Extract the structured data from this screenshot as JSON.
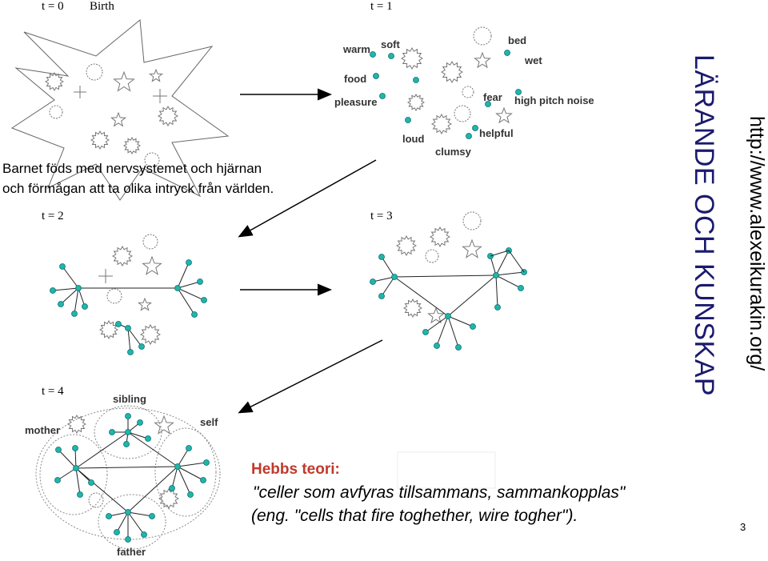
{
  "timesteps": {
    "t0": "t = 0",
    "birth": "Birth",
    "t1": "t = 1",
    "t2": "t = 2",
    "t3": "t = 3",
    "t4": "t = 4"
  },
  "t1_words": {
    "warm": "warm",
    "soft": "soft",
    "bed": "bed",
    "wet": "wet",
    "food": "food",
    "pleasure": "pleasure",
    "fear": "fear",
    "high_pitch": "high pitch noise",
    "helpful": "helpful",
    "loud": "loud",
    "clumsy": "clumsy"
  },
  "t4_words": {
    "sibling": "sibling",
    "mother": "mother",
    "self": "self",
    "father": "father"
  },
  "intro": {
    "line1": "Barnet föds med nervsystemet och hjärnan",
    "line2": "och förmågan att ta olika intryck från världen."
  },
  "side_title": "LÄRANDE OCH KUNSKAP",
  "side_url": "http://www.alexeikurakin.org/",
  "hebb": {
    "heading": "Hebbs teori:",
    "quote": "\"celler som avfyras tillsammans, sammankopplas\"",
    "english": "(eng. \"cells that fire toghether, wire togher\")."
  },
  "page_number": "3",
  "colors": {
    "node": "#1fb5ad",
    "accent": "#c0392b",
    "title": "#1a1a6e"
  }
}
